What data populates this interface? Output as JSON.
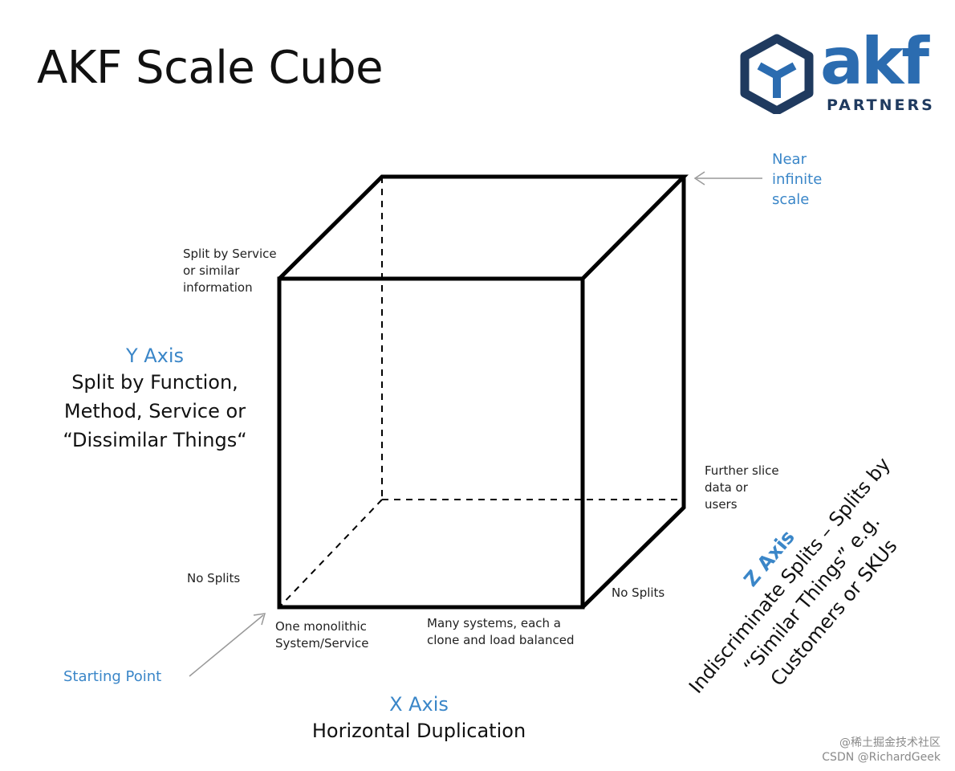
{
  "colors": {
    "accent": "#3a86c8",
    "logo_dark": "#1f3a5f",
    "logo_blue": "#2b6cb0",
    "line": "#000000",
    "arrow": "#999999"
  },
  "title": "AKF Scale Cube",
  "logo": {
    "word": "akf",
    "sub": "PARTNERS",
    "icon": "cube-logo-icon"
  },
  "labels": {
    "near_infinite": [
      "Near",
      "infinite",
      "scale"
    ],
    "split_by_service": [
      "Split by Service",
      "or similar",
      "information"
    ],
    "further_slice": [
      "Further slice",
      "data or",
      "users"
    ],
    "no_splits_left": "No Splits",
    "no_splits_right": "No Splits",
    "monolithic": [
      "One monolithic",
      "System/Service"
    ],
    "many_systems": [
      "Many systems, each a",
      "clone and load balanced"
    ],
    "starting_point": "Starting Point"
  },
  "y_axis": {
    "title": "Y Axis",
    "desc": [
      "Split by Function,",
      "Method, Service or",
      "“Dissimilar Things“"
    ]
  },
  "x_axis": {
    "title": "X Axis",
    "desc": "Horizontal Duplication"
  },
  "z_axis": {
    "title": "Z Axis",
    "desc": [
      "Indiscriminate Splits – Splits by",
      "“Similar Things” e.g.",
      "Customers or SKUs"
    ]
  },
  "watermark": {
    "line1": "@稀土掘金技术社区",
    "line2": "CSDN @RichardGeek"
  }
}
